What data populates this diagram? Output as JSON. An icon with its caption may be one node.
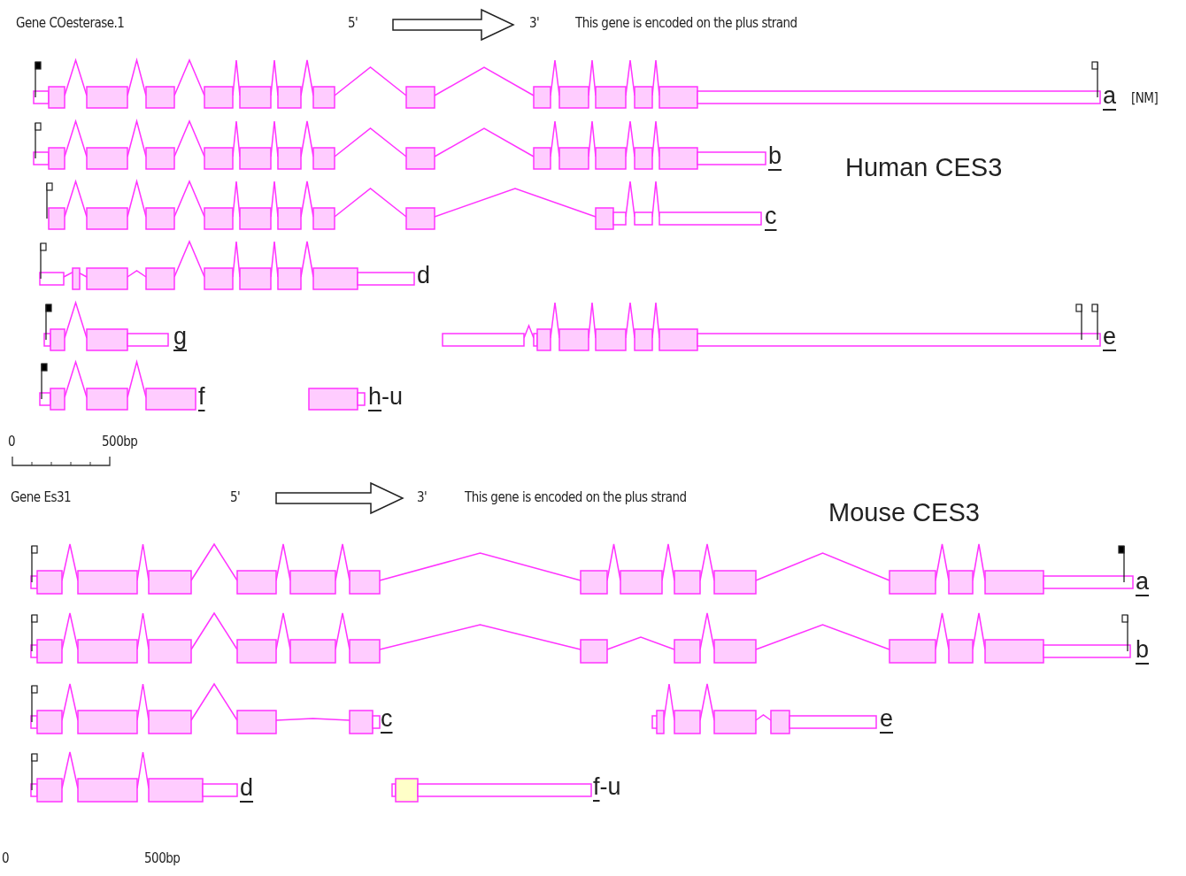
{
  "diagram": {
    "labels": [
      "Gene COesterase.1",
      "5'",
      "3'",
      "This gene is encoded on the plus strand",
      "a",
      "[NM]",
      "b",
      "Human CES3",
      "c",
      "d",
      "g",
      "e",
      "f",
      "h-u",
      "0",
      "500bp",
      "Gene Es31",
      "5'",
      "3'",
      "This gene is encoded on the plus strand",
      "Mouse CES3",
      "a",
      "b",
      "c",
      "e",
      "d",
      "f-u",
      "0",
      "500bp"
    ]
  }
}
